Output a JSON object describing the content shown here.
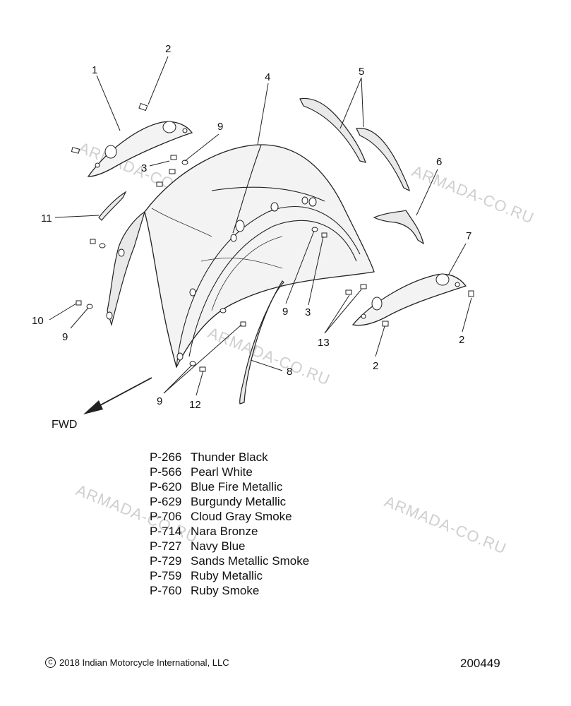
{
  "watermark": "ARMADA-CO.RU",
  "direction_label": "FWD",
  "callouts": {
    "c1": "1",
    "c2a": "2",
    "c2b": "2",
    "c2c": "2",
    "c3a": "3",
    "c3b": "3",
    "c4": "4",
    "c5": "5",
    "c6": "6",
    "c7": "7",
    "c8": "8",
    "c9a": "9",
    "c9b": "9",
    "c9c": "9",
    "c9d": "9",
    "c10": "10",
    "c11": "11",
    "c12": "12",
    "c13": "13"
  },
  "color_options": [
    {
      "code": "P-266",
      "name": "Thunder Black"
    },
    {
      "code": "P-566",
      "name": "Pearl White"
    },
    {
      "code": "P-620",
      "name": "Blue Fire Metallic"
    },
    {
      "code": "P-629",
      "name": "Burgundy Metallic"
    },
    {
      "code": "P-706",
      "name": "Cloud Gray Smoke"
    },
    {
      "code": "P-714",
      "name": "Nara Bronze"
    },
    {
      "code": "P-727",
      "name": "Navy Blue"
    },
    {
      "code": "P-729",
      "name": "Sands Metallic Smoke"
    },
    {
      "code": "P-759",
      "name": "Ruby Metallic"
    },
    {
      "code": "P-760",
      "name": "Ruby Smoke"
    }
  ],
  "footer": {
    "copyright": "2018 Indian Motorcycle International, LLC",
    "diagram_id": "200449"
  }
}
